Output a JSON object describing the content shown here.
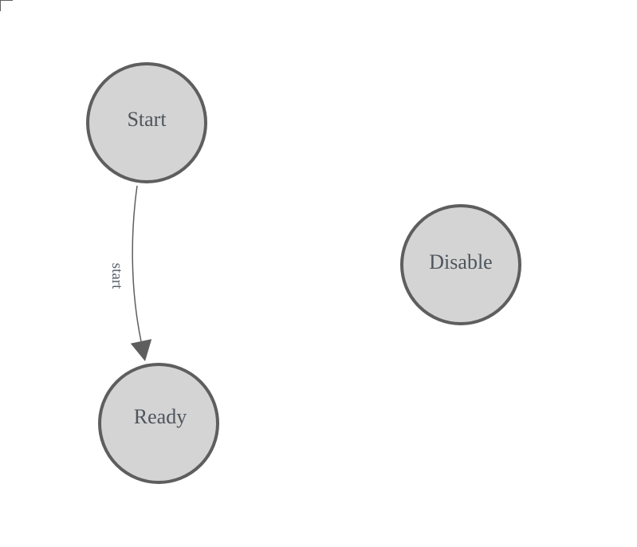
{
  "diagram": {
    "type": "state-machine",
    "background": "#ffffff",
    "corner_mark": {
      "present": true,
      "color": "#5f5f5f"
    },
    "colors": {
      "node_fill": "#d4d4d4",
      "node_stroke": "#5e5e5e",
      "node_text": "#4e555c",
      "edge_stroke": "#5e5e5e",
      "edge_arrow_fill": "#5e5e5e",
      "edge_label_text": "#5a626e"
    },
    "nodes": [
      {
        "id": "start",
        "label": "Start"
      },
      {
        "id": "ready",
        "label": "Ready"
      },
      {
        "id": "disable",
        "label": "Disable"
      }
    ],
    "edges": [
      {
        "from": "start",
        "to": "ready",
        "label": "start"
      }
    ]
  }
}
